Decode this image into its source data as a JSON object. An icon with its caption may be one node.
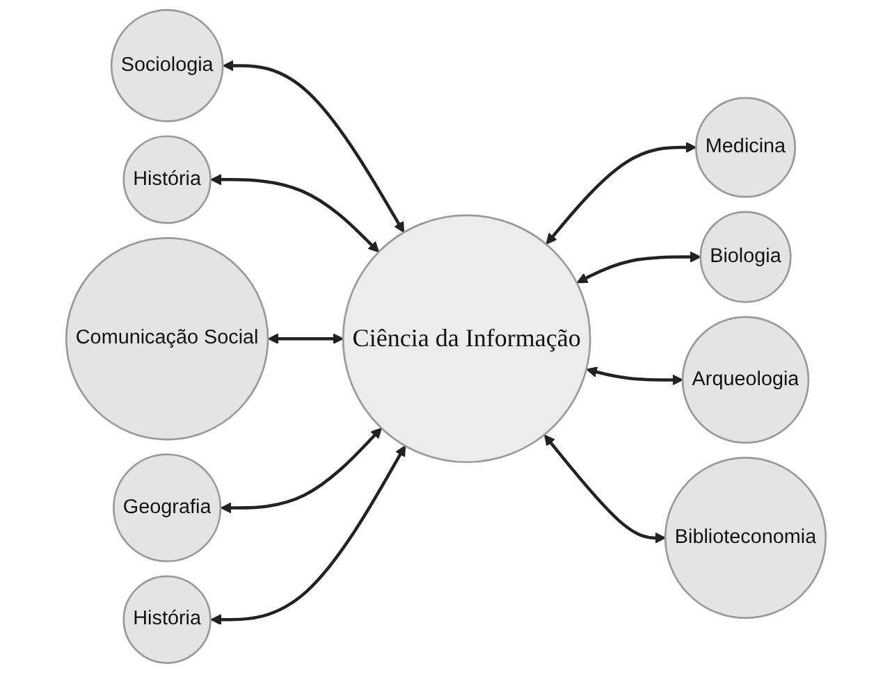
{
  "diagram": {
    "nodes": [
      {
        "text": [
          "Ciência da Informação"
        ]
      },
      {
        "text": [
          "Sociologia"
        ]
      },
      {
        "text": [
          "Medicina"
        ]
      },
      {
        "text": [
          "História"
        ]
      },
      {
        "text": [
          "Biologia"
        ]
      },
      {
        "text": [
          "Comunicação Social"
        ]
      },
      {
        "text": [
          "Arqueologia"
        ]
      },
      {
        "text": [
          "Geografia"
        ]
      },
      {
        "text": [
          "Biblioteconomia"
        ]
      },
      {
        "text": [
          "História"
        ]
      }
    ],
    "edges": [
      {
        "from": 1,
        "to": 0,
        "arrow": "both"
      },
      {
        "from": 0,
        "to": 2,
        "arrow": "both"
      },
      {
        "from": 3,
        "to": 0,
        "arrow": "both"
      },
      {
        "from": 0,
        "to": 4,
        "arrow": "both"
      },
      {
        "from": 5,
        "to": 0,
        "arrow": "both"
      },
      {
        "from": 0,
        "to": 6,
        "arrow": "both"
      },
      {
        "from": 7,
        "to": 0,
        "arrow": "both"
      },
      {
        "from": 0,
        "to": 8,
        "arrow": "both"
      },
      {
        "from": 9,
        "to": 0,
        "arrow": "both"
      }
    ]
  }
}
